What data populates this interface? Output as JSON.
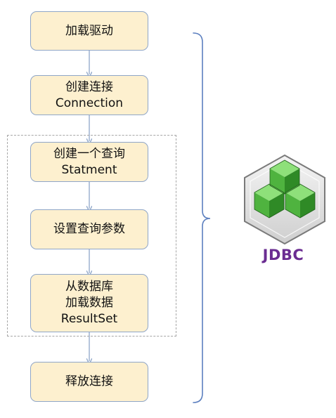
{
  "steps": [
    {
      "id": "load-driver",
      "lines": [
        "加载驱动"
      ]
    },
    {
      "id": "create-connection",
      "lines": [
        "创建连接",
        "Connection"
      ]
    },
    {
      "id": "create-statement",
      "lines": [
        "创建一个查询",
        "Statment"
      ]
    },
    {
      "id": "set-query-params",
      "lines": [
        "设置查询参数"
      ]
    },
    {
      "id": "load-resultset",
      "lines": [
        "从数据库",
        "加载数据",
        "ResultSet"
      ]
    },
    {
      "id": "release-connection",
      "lines": [
        "释放连接"
      ]
    }
  ],
  "logo": {
    "label": "JDBC",
    "label_color": "#6a2c91",
    "icon": "green-cubes-icon"
  },
  "colors": {
    "box_fill": "#fdf0cf",
    "box_border": "#8fa6c8",
    "arrow": "#8fa6c8",
    "brace": "#5b7fbf",
    "dashed_border": "#a6a6a6"
  }
}
